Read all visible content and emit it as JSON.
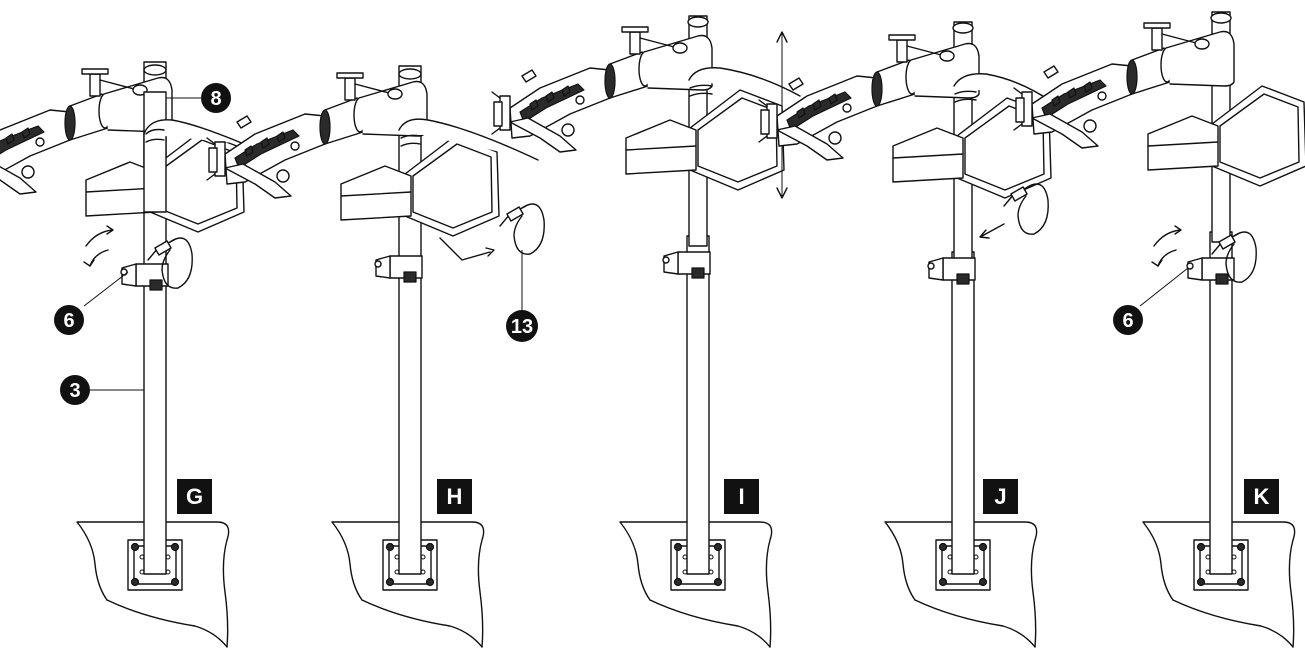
{
  "panels": [
    {
      "id": "G",
      "label": "G"
    },
    {
      "id": "H",
      "label": "H"
    },
    {
      "id": "I",
      "label": "I"
    },
    {
      "id": "J",
      "label": "J"
    },
    {
      "id": "K",
      "label": "K"
    }
  ],
  "callouts": {
    "g_8": "8",
    "g_6": "6",
    "g_3": "3",
    "h_13": "13",
    "k_6": "6"
  }
}
